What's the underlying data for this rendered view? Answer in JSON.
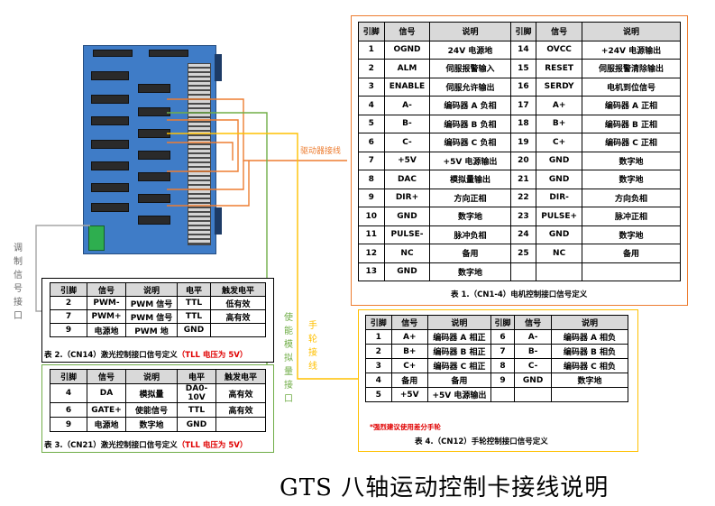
{
  "title": "GTS 八轴运动控制卡接线说明",
  "board_label": "驱动器接线",
  "left_label": "调制信号接口",
  "enable_label": "使能模拟量接口",
  "handwheel_label": "手轮接线",
  "note_handwheel": "*强烈建议使用差分手轮",
  "colors": {
    "orange": "#ed7d31",
    "green": "#70ad47",
    "yellow": "#ffc000",
    "grey": "#a6a6a6",
    "board": "#3f7cc7",
    "accent_red": "#e00000"
  },
  "table1": {
    "caption": "表 1.（CN1-4）电机控制接口信号定义",
    "headers": [
      "引脚",
      "信号",
      "说明",
      "引脚",
      "信号",
      "说明"
    ],
    "rows": [
      [
        "1",
        "OGND",
        "24V 电源地",
        "14",
        "OVCC",
        "+24V 电源输出"
      ],
      [
        "2",
        "ALM",
        "伺服报警输入",
        "15",
        "RESET",
        "伺服报警清除输出"
      ],
      [
        "3",
        "ENABLE",
        "伺服允许输出",
        "16",
        "SERDY",
        "电机到位信号"
      ],
      [
        "4",
        "A-",
        "编码器 A 负相",
        "17",
        "A+",
        "编码器 A 正相"
      ],
      [
        "5",
        "B-",
        "编码器 B 负相",
        "18",
        "B+",
        "编码器 B 正相"
      ],
      [
        "6",
        "C-",
        "编码器 C 负相",
        "19",
        "C+",
        "编码器 C 正相"
      ],
      [
        "7",
        "+5V",
        "+5V 电源输出",
        "20",
        "GND",
        "数字地"
      ],
      [
        "8",
        "DAC",
        "模拟量输出",
        "21",
        "GND",
        "数字地"
      ],
      [
        "9",
        "DIR+",
        "方向正相",
        "22",
        "DIR-",
        "方向负相"
      ],
      [
        "10",
        "GND",
        "数字地",
        "23",
        "PULSE+",
        "脉冲正相"
      ],
      [
        "11",
        "PULSE-",
        "脉冲负相",
        "24",
        "GND",
        "数字地"
      ],
      [
        "12",
        "NC",
        "备用",
        "25",
        "NC",
        "备用"
      ],
      [
        "13",
        "GND",
        "数字地",
        "",
        "",
        " "
      ]
    ]
  },
  "table2": {
    "caption": "表 2.（CN14）激光控制接口信号定义",
    "caption_red": "（TLL 电压为 5V）",
    "headers": [
      "引脚",
      "信号",
      "说明",
      "电平",
      "触发电平"
    ],
    "rows": [
      [
        "2",
        "PWM-",
        "PWM 信号",
        "TTL",
        "低有效"
      ],
      [
        "7",
        "PWM+",
        "PWM 信号",
        "TTL",
        "高有效"
      ],
      [
        "9",
        "电源地",
        "PWM 地",
        "GND",
        ""
      ]
    ]
  },
  "table3": {
    "caption": "表 3.（CN21）激光控制接口信号定义",
    "caption_red": "（TLL 电压为 5V）",
    "headers": [
      "引脚",
      "信号",
      "说明",
      "电平",
      "触发电平"
    ],
    "rows": [
      [
        "4",
        "DA",
        "模拟量",
        "DA0-10V",
        "高有效"
      ],
      [
        "6",
        "GATE+",
        "使能信号",
        "TTL",
        "高有效"
      ],
      [
        "9",
        "电源地",
        "数字地",
        "GND",
        ""
      ]
    ]
  },
  "table4": {
    "caption": "表 4.（CN12）手轮控制接口信号定义",
    "headers": [
      "引脚",
      "信号",
      "说明",
      "引脚",
      "信号",
      "说明"
    ],
    "rows": [
      [
        "1",
        "A+",
        "编码器 A 相正",
        "6",
        "A-",
        "编码器 A 相负"
      ],
      [
        "2",
        "B+",
        "编码器 B 相正",
        "7",
        "B-",
        "编码器 B 相负"
      ],
      [
        "3",
        "C+",
        "编码器 C 相正",
        "8",
        "C-",
        "编码器 C 相负"
      ],
      [
        "4",
        "备用",
        "备用",
        "9",
        "GND",
        "数字地"
      ],
      [
        "5",
        "+5V",
        "+5V 电源输出",
        "",
        "",
        ""
      ]
    ]
  }
}
